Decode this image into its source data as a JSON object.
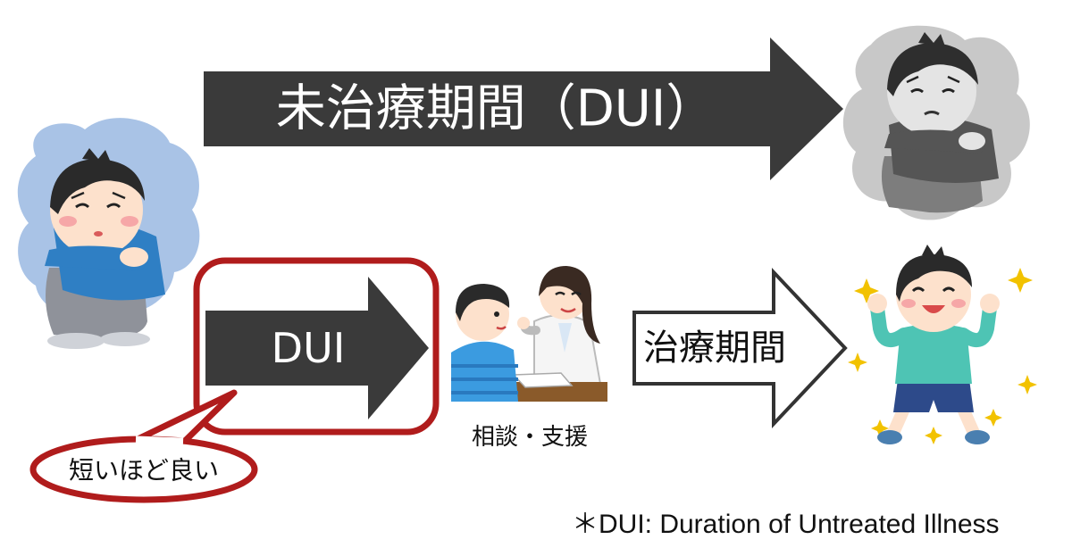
{
  "top_arrow": {
    "label": "未治療期間（DUI）",
    "color": "#3a3a3a"
  },
  "dui_arrow": {
    "label": "DUI",
    "color": "#3a3a3a"
  },
  "highlight_color": "#b01c1c",
  "speech_bubble": {
    "label": "短いほど良い"
  },
  "consultation": {
    "caption": "相談・支援"
  },
  "treatment_arrow": {
    "label": "治療期間"
  },
  "footnote": "＊DUI: Duration of Untreated Illness",
  "figures": {
    "depressed_child": "sad-child-icon",
    "worse_child": "sad-child-gray-icon",
    "consultation": "doctor-consultation-icon",
    "recovered_child": "happy-child-icon"
  }
}
